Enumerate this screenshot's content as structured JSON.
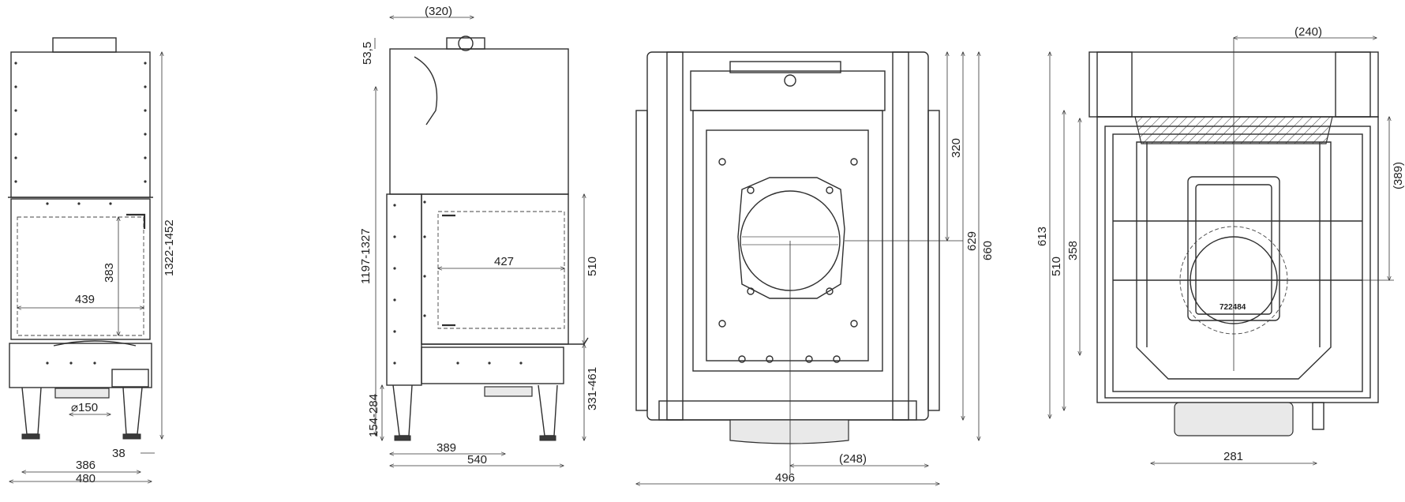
{
  "views": {
    "front": {
      "dims": {
        "width_inner": "439",
        "height_inner": "383",
        "total_height": "1322-1452",
        "width_base": "386",
        "width_total": "480",
        "foot": "38",
        "flue": "⌀150"
      }
    },
    "side": {
      "dims": {
        "top_offset": "(320)",
        "top_collar": "53,5",
        "height_range": "1197-1327",
        "window_width": "427",
        "window_height": "510",
        "depth_mid": "389",
        "depth_total": "540",
        "lower_height": "331-461",
        "foot_height": "154-284"
      }
    },
    "top": {
      "dims": {
        "upper": "320",
        "mid": "629",
        "total": "660",
        "width": "496",
        "offset": "(248)"
      }
    },
    "section": {
      "dims": {
        "top_offset": "(240)",
        "right_height": "(389)",
        "total": "613",
        "mid": "510",
        "inner": "358",
        "bottom": "281"
      },
      "part_number": "722484"
    }
  }
}
